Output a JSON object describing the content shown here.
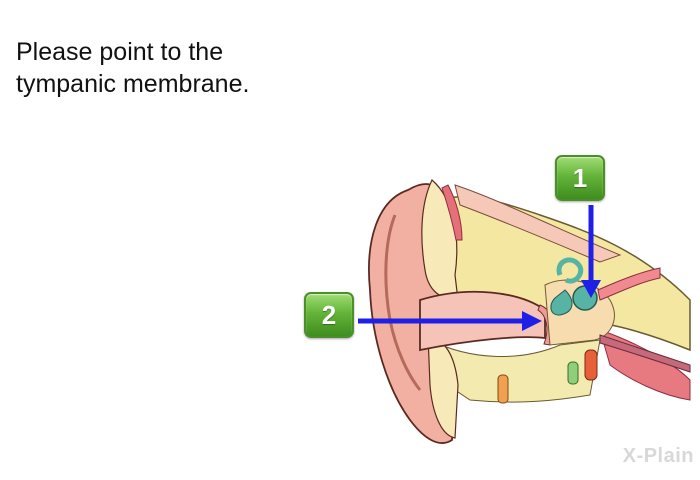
{
  "question": {
    "text": "Please point to the tympanic membrane."
  },
  "answers": [
    {
      "label": "1"
    },
    {
      "label": "2"
    }
  ],
  "branding": {
    "logo_text": "X-Plain"
  },
  "colors": {
    "button_green": "#64b43a",
    "arrow_blue": "#1f1fe6",
    "skin": "#f2b3a6",
    "bone": "#f2e6a0",
    "inner_ear": "#57b3a4"
  },
  "icons": {
    "illustration": "ear-anatomy-illustration",
    "arrows": "pointer-arrow-icon"
  }
}
